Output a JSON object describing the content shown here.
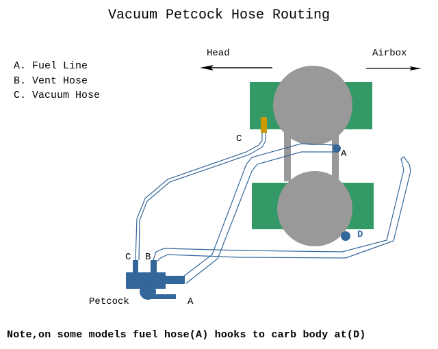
{
  "title": "Vacuum Petcock Hose Routing",
  "legend": [
    {
      "key": "A",
      "text": "A. Fuel Line"
    },
    {
      "key": "B",
      "text": "B. Vent Hose"
    },
    {
      "key": "C",
      "text": "C. Vacuum Hose"
    }
  ],
  "directions": {
    "left": "Head",
    "right": "Airbox"
  },
  "labels": {
    "c_top": "C",
    "a_top": "A",
    "d": "D",
    "c_petcock": "C",
    "b_petcock": "B",
    "petcock": "Petcock",
    "a_petcock": "A"
  },
  "note": "Note,on some models fuel hose(A) hooks to carb body at(D)",
  "colors": {
    "carb_body": "#339966",
    "cylinder": "#999999",
    "hose": "#336699",
    "petcock": "#336699",
    "vacuum_port": "#cc9900"
  }
}
